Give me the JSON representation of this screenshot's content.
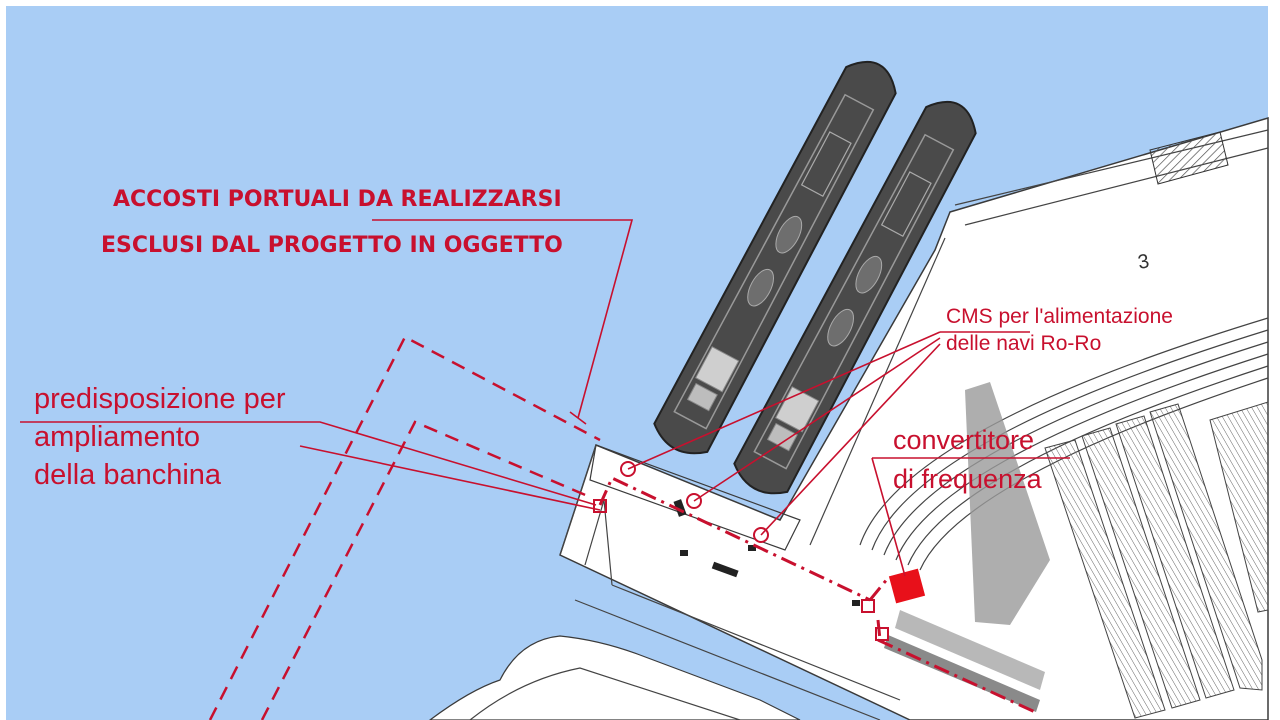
{
  "colors": {
    "sea": "#a9cdf5",
    "land": "#ffffff",
    "annotation_red": "#c8102e",
    "ship_hull": "#4a4a4a",
    "converter_box": "#e8101a"
  },
  "labels": {
    "future_berths_line1": "ACCOSTI PORTUALI DA REALIZZARSI",
    "future_berths_line2": "ESCLUSI DAL PROGETTO IN OGGETTO",
    "quay_expansion_line1": "predisposizione per",
    "quay_expansion_line2": "ampliamento",
    "quay_expansion_line3": "della banchina",
    "cms_line1": "CMS per l'alimentazione",
    "cms_line2": "delle navi Ro-Ro",
    "converter_line1": "convertitore",
    "converter_line2": "di frequenza",
    "area_number": "3"
  },
  "icons": {
    "ship": "roro-ship-icon",
    "converter": "frequency-converter-icon",
    "cms_socket": "cms-socket-icon"
  }
}
